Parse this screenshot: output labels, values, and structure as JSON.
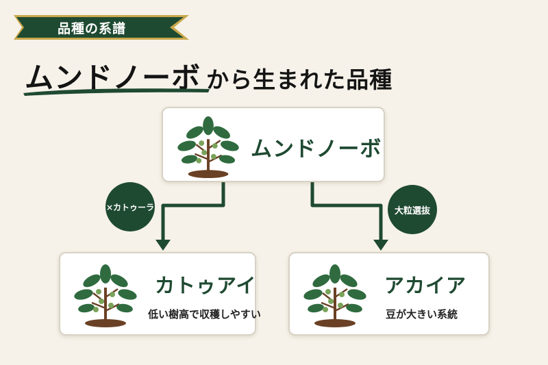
{
  "tag": {
    "label": "品種の系譜"
  },
  "headline": {
    "main": "ムンドノーボ",
    "rest": "から生まれた品種"
  },
  "root": {
    "name": "ムンドノーボ"
  },
  "children": [
    {
      "name": "カトゥアイ",
      "desc": "低い樹高で収穫しやすい",
      "relation": "×カトゥーラ"
    },
    {
      "name": "アカイア",
      "desc": "豆が大きい系統",
      "relation": "大粒選抜"
    }
  ],
  "colors": {
    "brand_green": "#1f4a32",
    "gold_border": "#c9a84c",
    "background": "#f6f2e9",
    "leaf": "#2f6b3f",
    "soil": "#6a4125"
  },
  "icons": {
    "plant": "coffee-plant-icon"
  }
}
